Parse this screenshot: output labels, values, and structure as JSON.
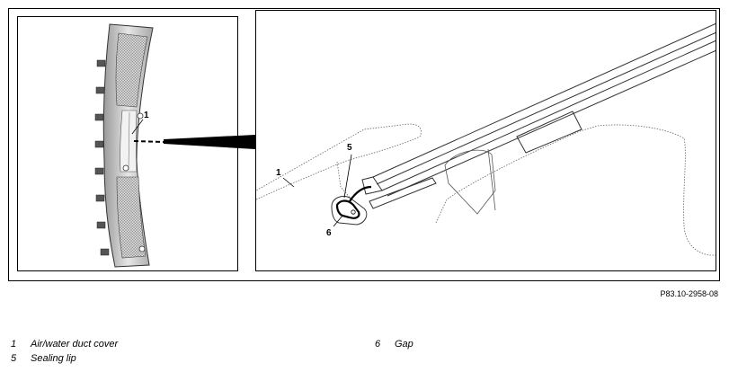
{
  "figure_id": "P83.10-2958-08",
  "callouts": {
    "left_1": "1",
    "right_1": "1",
    "right_5": "5",
    "right_6": "6"
  },
  "legend": [
    {
      "number": "1",
      "text": "Air/water duct cover"
    },
    {
      "number": "5",
      "text": "Sealing lip"
    },
    {
      "number": "6",
      "text": "Gap"
    }
  ]
}
